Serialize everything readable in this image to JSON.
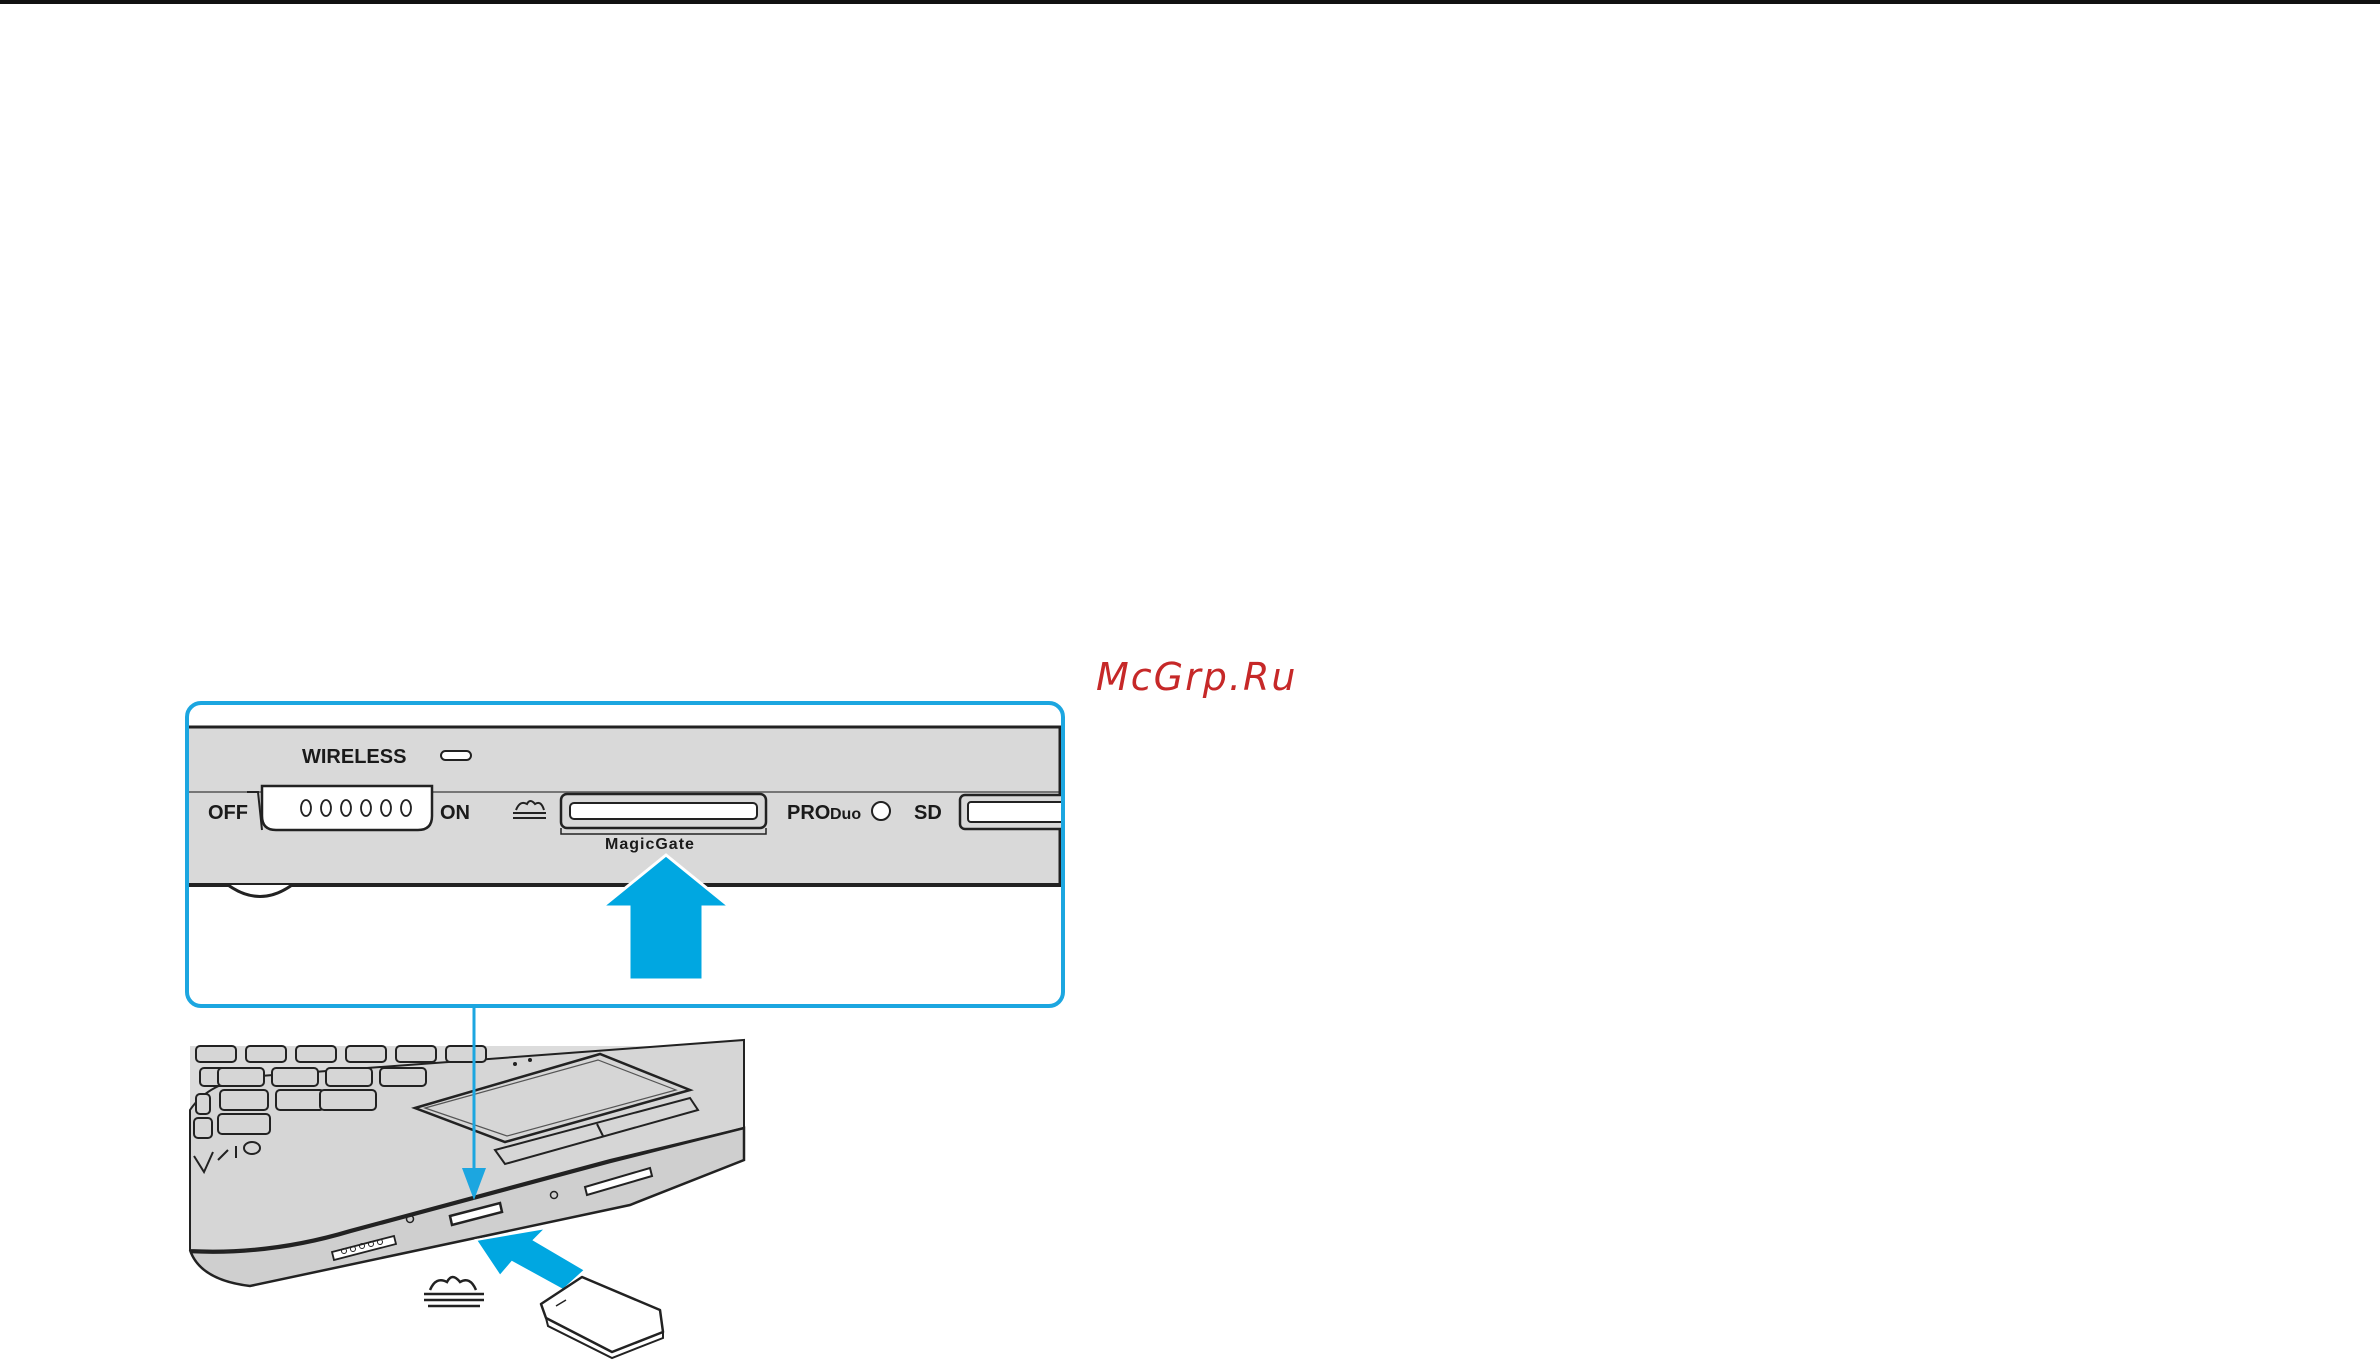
{
  "page": {
    "watermark": "McGrp.Ru"
  },
  "figure": {
    "panel_labels": {
      "wireless": "WIRELESS",
      "off": "OFF",
      "on": "ON",
      "magicgate": "MagicGate",
      "pro": "PRO",
      "duo": "Duo",
      "sd": "SD"
    },
    "icons": {
      "memory_stick_logo": "memory-stick-logo-icon",
      "insert_arrow": "insert-arrow-icon",
      "memory_card": "memory-card-icon",
      "vaio_logo": "vaio-logo"
    },
    "colors": {
      "callout_border": "#1ca6e0",
      "arrow": "#00a7e1",
      "panel": "#d9d9d9",
      "outline": "#222222"
    }
  }
}
